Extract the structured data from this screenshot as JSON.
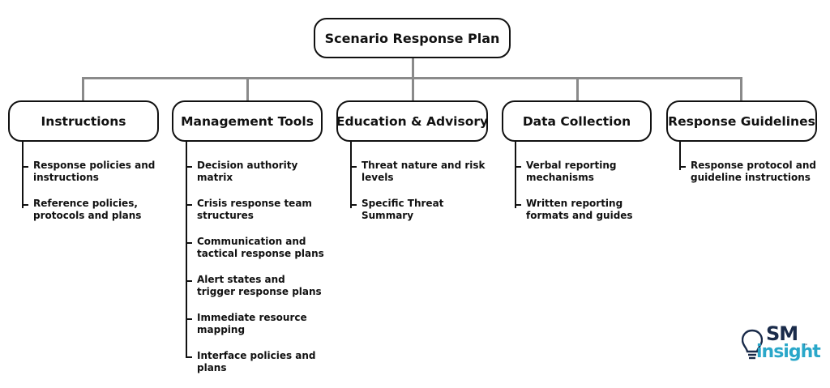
{
  "root": {
    "label": "Scenario Response Plan"
  },
  "categories": [
    {
      "label": "Instructions",
      "items": [
        "Response policies and\ninstructions",
        "Reference policies,\nprotocols and plans"
      ]
    },
    {
      "label": "Management Tools",
      "items": [
        "Decision authority\nmatrix",
        "Crisis response team\nstructures",
        "Communication and\ntactical response plans",
        "Alert states and\ntrigger response plans",
        "Immediate resource\nmapping",
        "Interface policies and\nplans"
      ]
    },
    {
      "label": "Education & Advisory",
      "items": [
        "Threat nature and risk\nlevels",
        "Specific Threat\nSummary"
      ]
    },
    {
      "label": "Data Collection",
      "items": [
        "Verbal reporting\nmechanisms",
        "Written reporting\nformats and guides"
      ]
    },
    {
      "label": "Response Guidelines",
      "items": [
        "Response protocol and\nguideline instructions"
      ]
    }
  ],
  "logo": {
    "top": "SM",
    "bottom": "insight",
    "tm": "™"
  }
}
